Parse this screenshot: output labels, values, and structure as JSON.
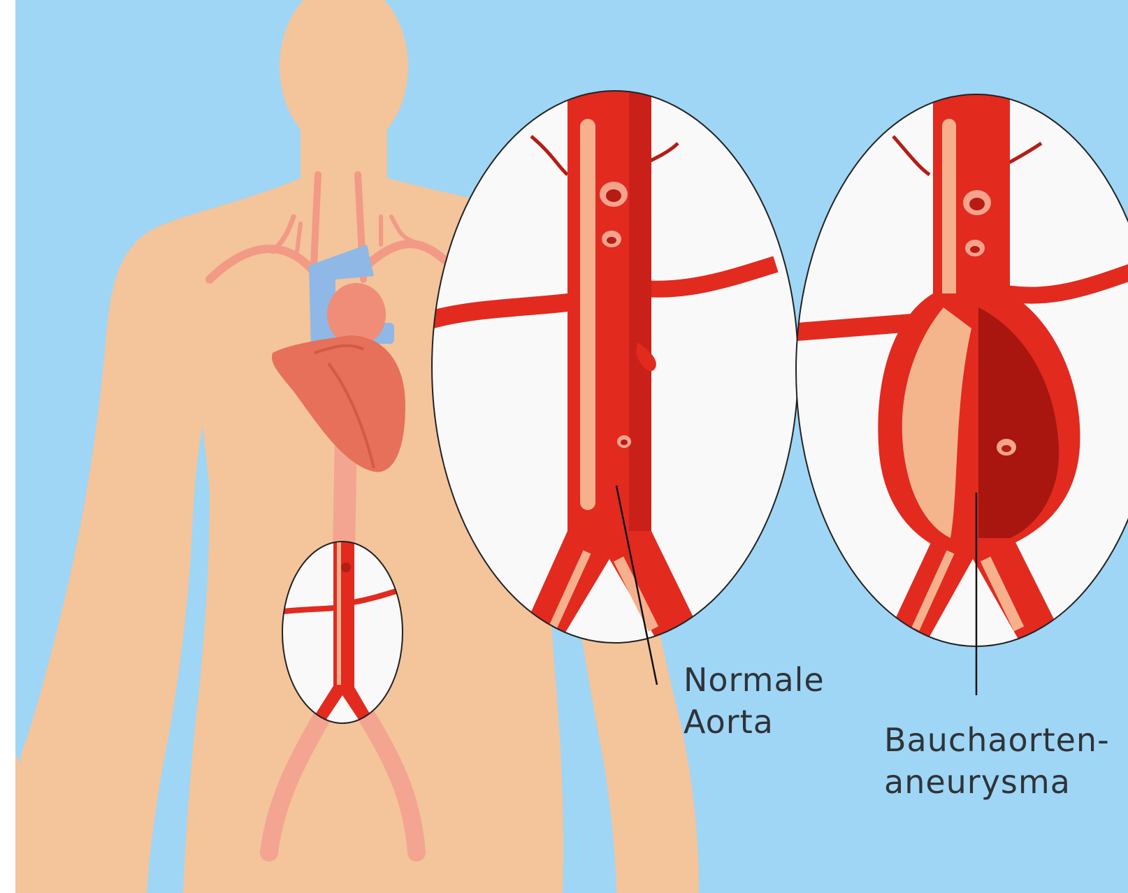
{
  "labels": {
    "normal_aorta": {
      "line1": "Normale",
      "line2": "Aorta"
    },
    "abdominal_aneurysm": {
      "line1": "Bauchaorten-",
      "line2": "aneurysma"
    }
  },
  "colors": {
    "background": "#9fd6f5",
    "body_skin": "#f4c49b",
    "artery_red": "#e22a1f",
    "artery_dark": "#b51d14",
    "artery_highlight": "#f6b08c",
    "aneurysm_dark": "#a8160f",
    "vein_blue": "#8fb8e6",
    "heart": "#e8725a",
    "lens_fill": "#f9f9f9",
    "leader_line": "#111111",
    "text": "#2f3338"
  },
  "icons": [
    "human-body-silhouette",
    "heart",
    "magnifier-lens"
  ]
}
